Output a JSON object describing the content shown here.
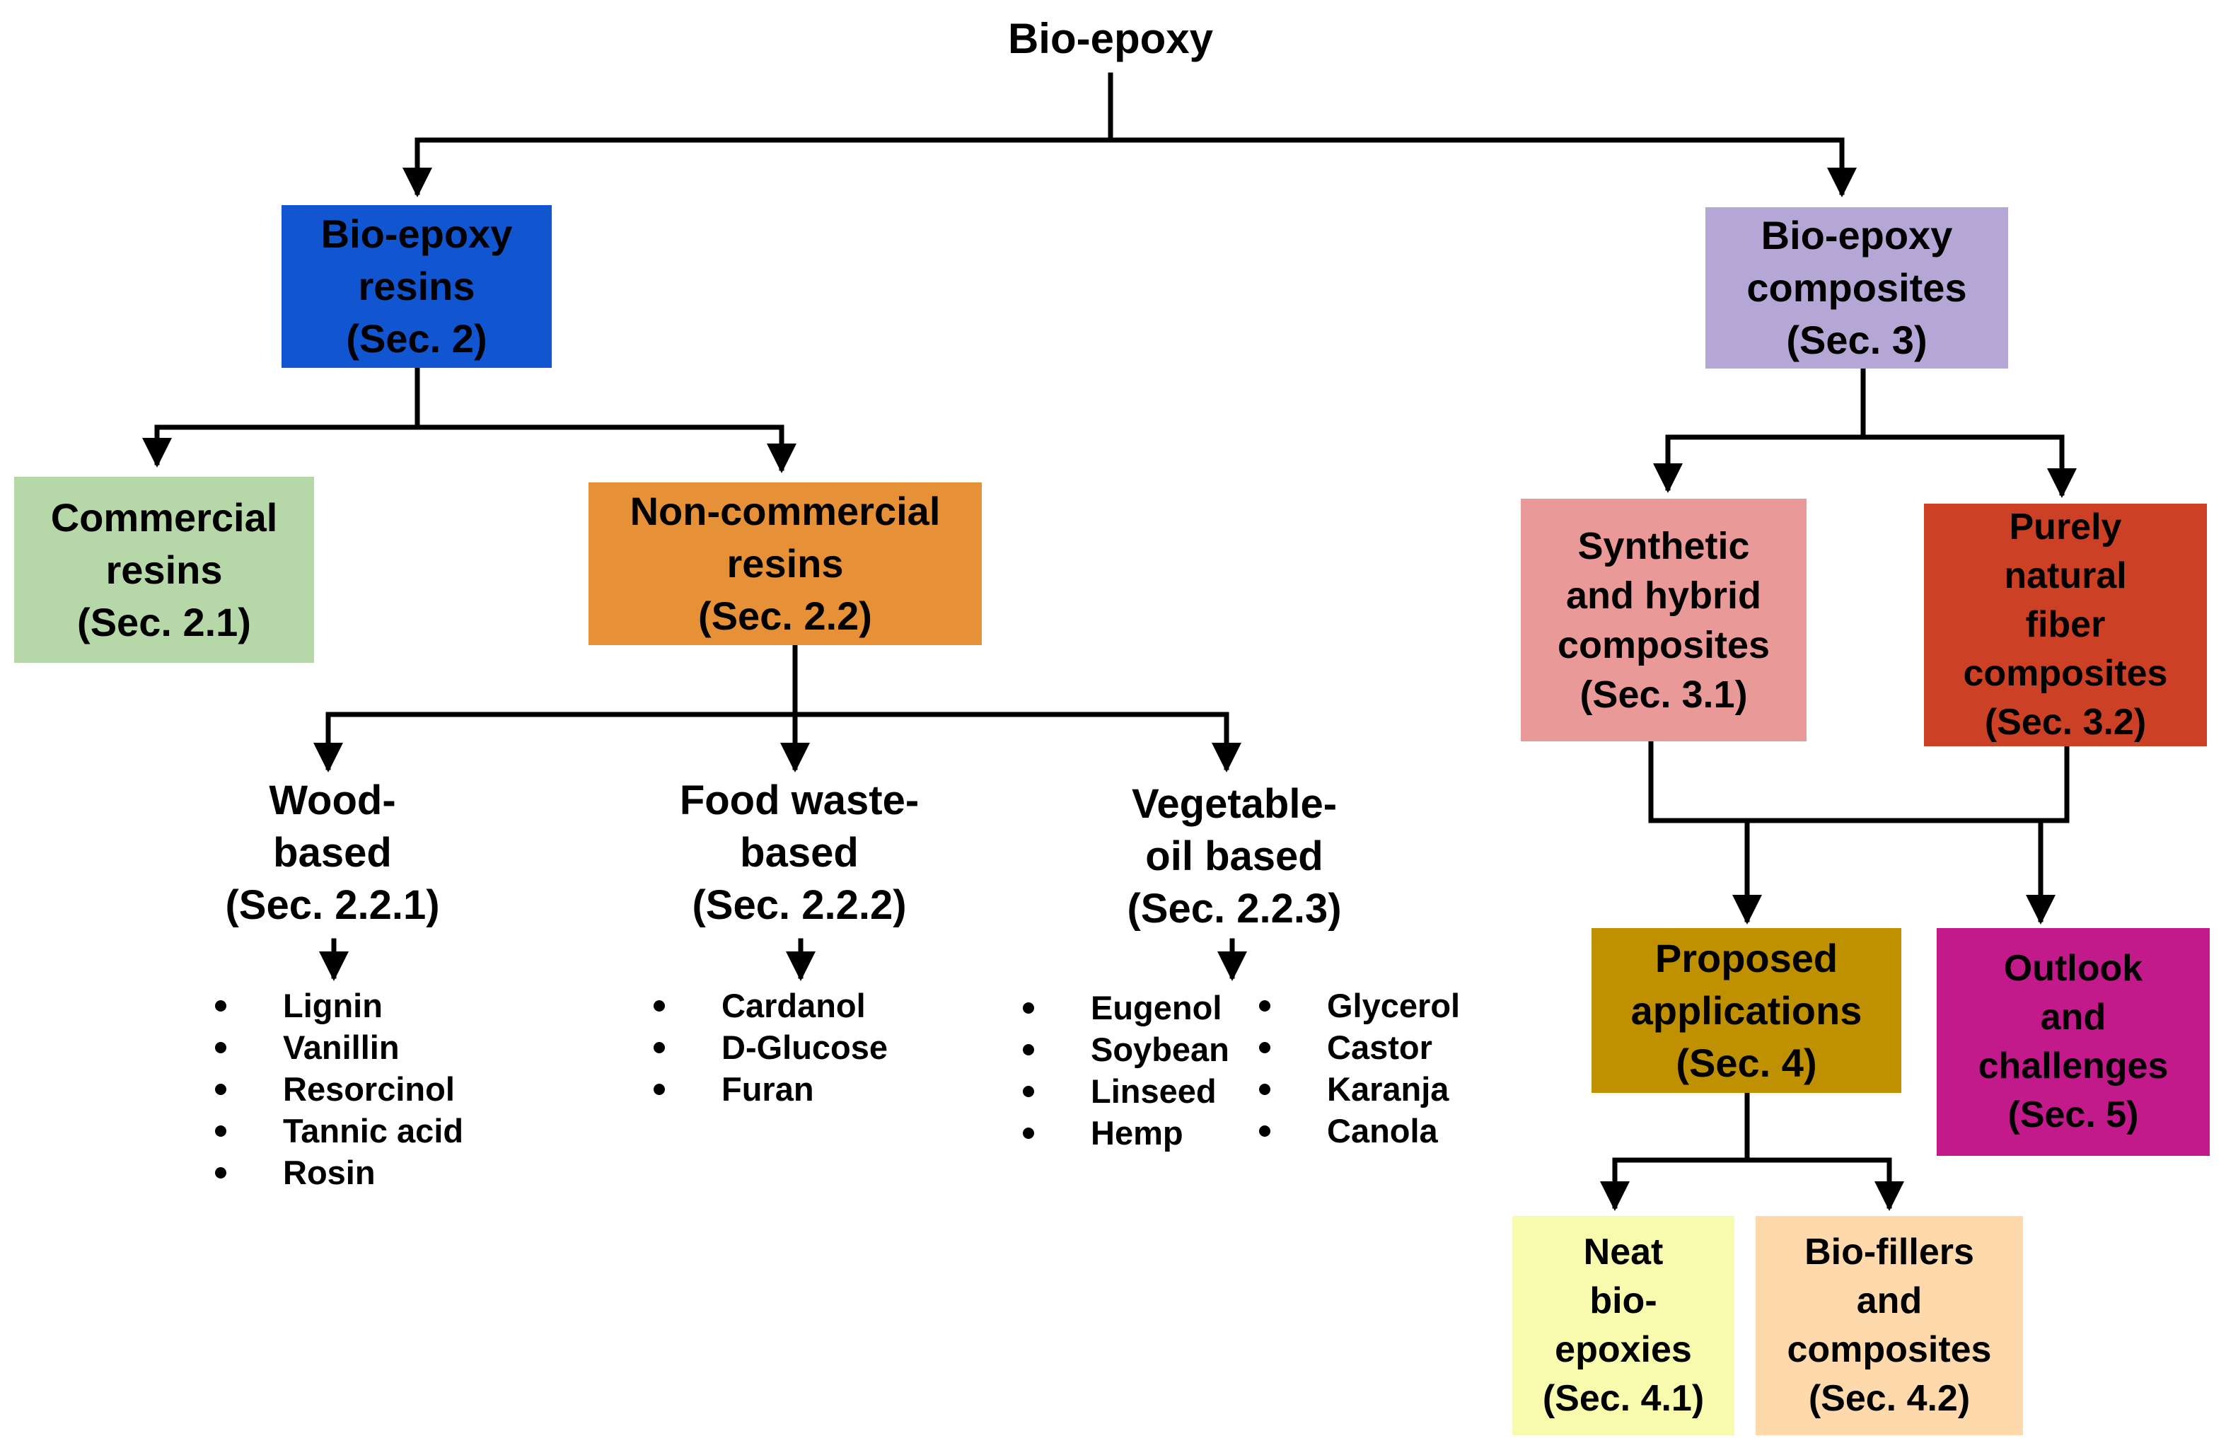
{
  "diagram": {
    "root": {
      "label": "Bio-epoxy"
    },
    "resins": {
      "lines": [
        "Bio-epoxy",
        "resins",
        "(Sec. 2)"
      ],
      "color": "#1155D0"
    },
    "composites": {
      "lines": [
        "Bio-epoxy",
        "composites",
        "(Sec. 3)"
      ],
      "color": "#B4A7D6"
    },
    "commercial": {
      "lines": [
        "Commercial",
        "resins",
        "(Sec. 2.1)"
      ],
      "color": "#B6D7A8"
    },
    "non_commercial": {
      "lines": [
        "Non-commercial",
        "resins",
        "(Sec. 2.2)"
      ],
      "color": "#E69138"
    },
    "wood": {
      "lines": [
        "Wood-",
        "based",
        "(Sec. 2.2.1)"
      ],
      "items": [
        "Lignin",
        "Vanillin",
        "Resorcinol",
        "Tannic acid",
        "Rosin"
      ]
    },
    "food": {
      "lines": [
        "Food waste-",
        "based",
        "(Sec. 2.2.2)"
      ],
      "items": [
        "Cardanol",
        "D-Glucose",
        "Furan"
      ]
    },
    "veg": {
      "lines": [
        "Vegetable-",
        "oil based",
        "(Sec. 2.2.3)"
      ],
      "items_left": [
        "Eugenol",
        "Soybean",
        "Linseed",
        "Hemp"
      ],
      "items_right": [
        "Glycerol",
        "Castor",
        "Karanja",
        "Canola"
      ]
    },
    "synthetic": {
      "lines": [
        "Synthetic",
        "and hybrid",
        "composites",
        "(Sec. 3.1)"
      ],
      "color": "#EA9999"
    },
    "natural": {
      "lines": [
        "Purely",
        "natural",
        "fiber",
        "composites",
        "(Sec. 3.2)"
      ],
      "color": "#CC4125"
    },
    "applications": {
      "lines": [
        "Proposed",
        "applications",
        "(Sec. 4)"
      ],
      "color": "#BF9000"
    },
    "outlook": {
      "lines": [
        "Outlook",
        "and",
        "challenges",
        "(Sec. 5)"
      ],
      "color": "#C2198B"
    },
    "neat": {
      "lines": [
        "Neat",
        "bio-",
        "epoxies",
        "(Sec. 4.1)"
      ],
      "color": "#F8FBAE"
    },
    "fillers": {
      "lines": [
        "Bio-fillers",
        "and",
        "composites",
        "(Sec. 4.2)"
      ],
      "color": "#FDD9AC"
    }
  }
}
